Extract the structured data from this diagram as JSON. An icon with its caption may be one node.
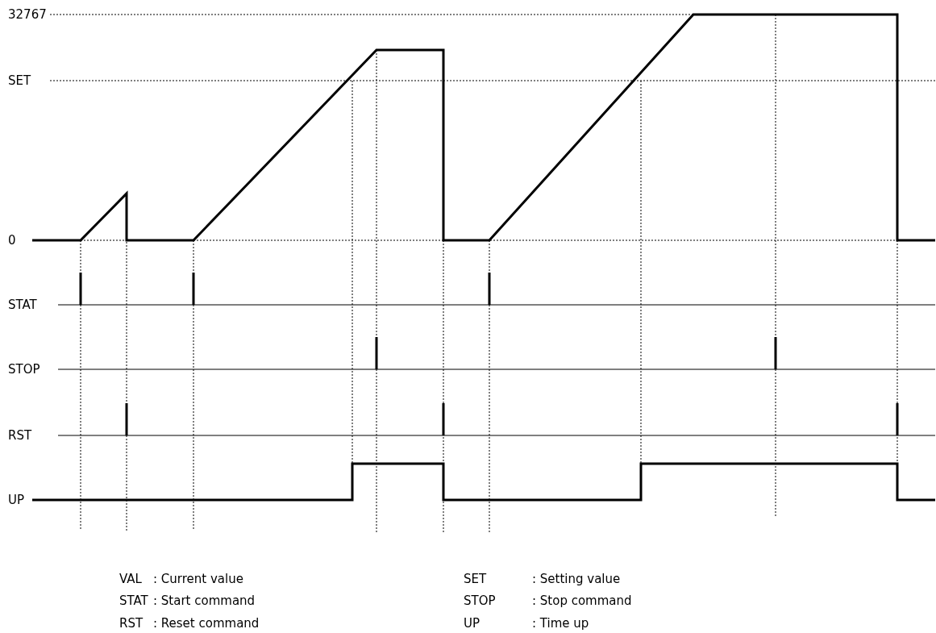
{
  "diagram": {
    "labels": [
      "32767",
      "SET",
      "0",
      "STAT",
      "STOP",
      "RST",
      "UP",
      "VAL",
      ": Current value",
      "SET",
      ": Setting value",
      "STAT",
      ": Start command",
      "STOP",
      ": Stop command",
      "RST",
      ": Reset command",
      "UP",
      ": Time up"
    ]
  }
}
